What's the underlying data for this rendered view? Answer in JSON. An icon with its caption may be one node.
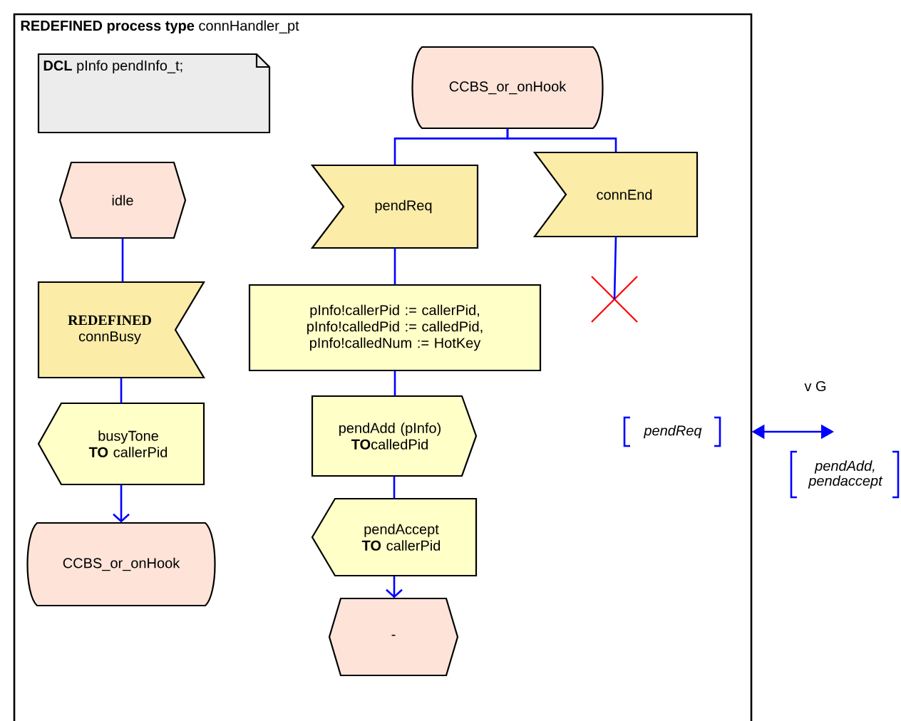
{
  "diagram": {
    "nodes": [
      {
        "text": [
          "**REDEFINED process type** connHandler_pt"
        ]
      },
      {
        "text": [
          "**DCL** pInfo pendInfo_t;"
        ],
        "in": 0
      },
      {
        "text": [
          "idle"
        ],
        "in": 0
      },
      {
        "text": [
          "REDEFINED",
          "connBusy"
        ],
        "in": 0
      },
      {
        "text": [
          "busyTone",
          "**TO** callerPid"
        ],
        "in": 0
      },
      {
        "text": [
          "CCBS_or_onHook"
        ],
        "in": 0
      },
      {
        "text": [
          "CCBS_or_onHook"
        ],
        "in": 0
      },
      {
        "text": [
          "pendReq"
        ],
        "in": 0
      },
      {
        "text": [
          "connEnd"
        ],
        "in": 0
      },
      {
        "text": [],
        "shape": "cross",
        "in": 0
      },
      {
        "text": [
          "pInfo!callerPid := callerPid, pInfo!calledPid := calledPid, pInfo!calledNum := HotKey"
        ],
        "in": 0
      },
      {
        "text": [
          "pendAdd (pInfo)",
          "**TO**calledPid"
        ],
        "in": 0
      },
      {
        "text": [
          "pendAccept",
          "**TO** callerPid"
        ],
        "in": 0
      },
      {
        "text": [
          "-"
        ],
        "in": 0
      }
    ],
    "edges": [
      {
        "from": 2,
        "to": 3,
        "arrow": "none"
      },
      {
        "from": 3,
        "to": 4,
        "arrow": "none"
      },
      {
        "from": 4,
        "to": 5,
        "arrow": "to"
      },
      {
        "from": 6,
        "to": 7,
        "arrow": "none"
      },
      {
        "from": 6,
        "to": 8,
        "arrow": "none"
      },
      {
        "from": 8,
        "to": 9,
        "arrow": "none"
      },
      {
        "from": 7,
        "to": 10,
        "arrow": "none"
      },
      {
        "from": 10,
        "to": 11,
        "arrow": "none"
      },
      {
        "from": 11,
        "to": 12,
        "arrow": "none"
      },
      {
        "from": 12,
        "to": 13,
        "arrow": "to"
      },
      {
        "from": 0,
        "to": null,
        "arrow": "both",
        "label": "v G"
      }
    ],
    "labels": [
      "pendReq",
      "pendAdd, pendaccept"
    ]
  }
}
